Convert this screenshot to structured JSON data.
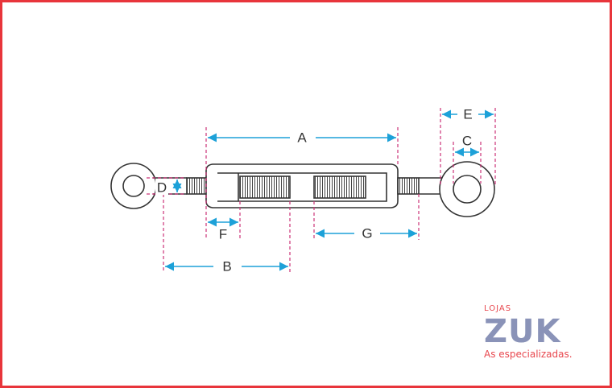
{
  "diagram": {
    "labels": {
      "A": "A",
      "B": "B",
      "C": "C",
      "D": "D",
      "E": "E",
      "F": "F",
      "G": "G"
    },
    "colors": {
      "outline": "#333333",
      "dimension_arrow": "#1da1d8",
      "extension_line": "#cc3377",
      "border": "#e8353b"
    }
  },
  "logo": {
    "prefix": "LOJAS",
    "name": "ZUK",
    "tagline": "As especializadas."
  }
}
